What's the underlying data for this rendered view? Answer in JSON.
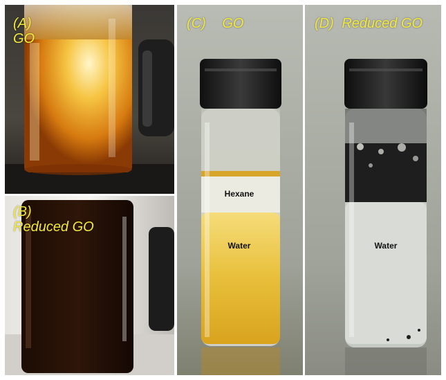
{
  "panels": {
    "a": {
      "letter": "(A)",
      "title": "GO"
    },
    "b": {
      "letter": "(B)",
      "title": "Reduced GO"
    },
    "c": {
      "letter": "(C)",
      "title": "GO",
      "layer_top": "Hexane",
      "layer_bottom": "Water"
    },
    "d": {
      "letter": "(D)",
      "title": "Reduced GO",
      "layer": "Water"
    }
  },
  "colors": {
    "label": "#f2e93c",
    "go_solution": "#e0a020",
    "reduced_go_solution": "#2a1408",
    "cap": "#1c1c1c"
  }
}
